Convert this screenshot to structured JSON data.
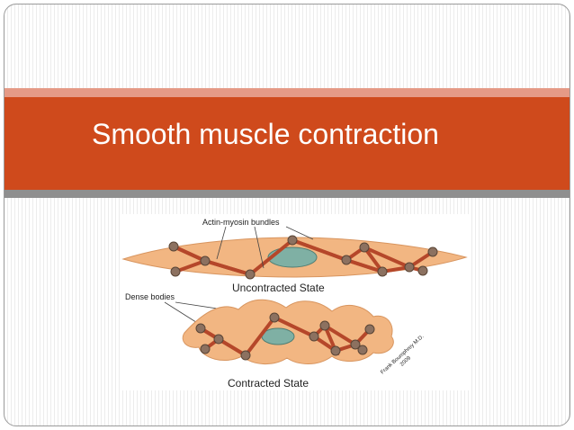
{
  "slide": {
    "title": "Smooth muscle contraction",
    "accent_color": "#cf4a1c"
  },
  "figure": {
    "label_bundles": "Actin-myosin bundles",
    "label_dense": "Dense bodies",
    "label_uncontracted": "Uncontracted State",
    "label_contracted": "Contracted State",
    "credit_line1": "Frank Boumphrey M.D.",
    "credit_line2": "2009",
    "cell_color": "#f2b682",
    "fiber_color": "#b5472a",
    "nucleus_color": "#7fb0a4",
    "dense_body_color": "#8c7160"
  }
}
